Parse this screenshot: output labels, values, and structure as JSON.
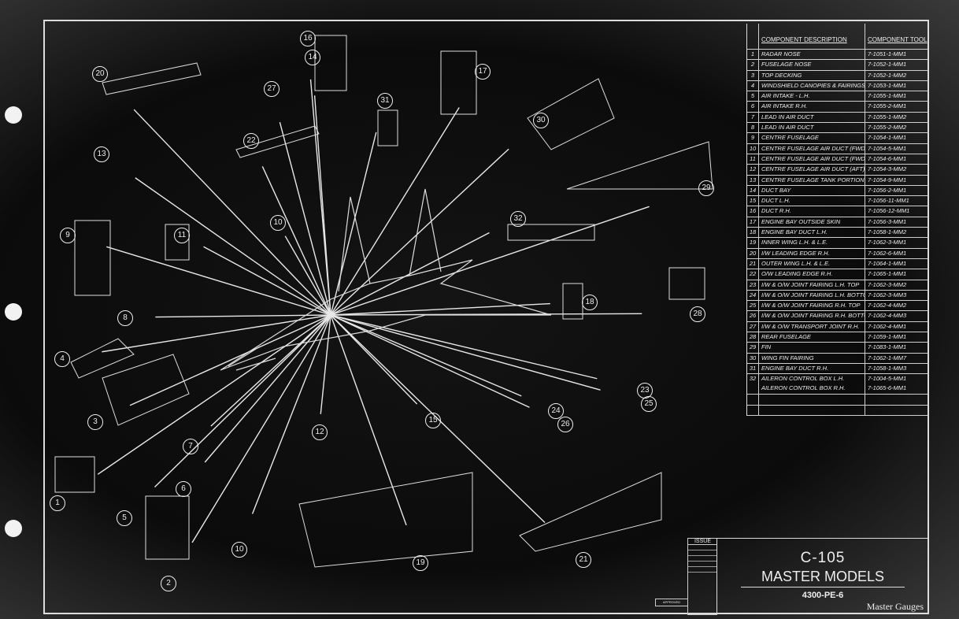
{
  "table": {
    "header_description": "Component Description",
    "header_tool": "Component Tool",
    "rows": [
      {
        "n": "1",
        "desc": "Radar Nose",
        "tool": "7-1051-1-MM1"
      },
      {
        "n": "2",
        "desc": "Fuselage Nose",
        "tool": "7-1052-1-MM1"
      },
      {
        "n": "3",
        "desc": "Top Decking",
        "tool": "7-1052-1-MM2"
      },
      {
        "n": "4",
        "desc": "Windshield Canopies & Fairings",
        "tool": "7-1053-1-MM1"
      },
      {
        "n": "5",
        "desc": "Air Intake - L.H.",
        "tool": "7-1055-1-MM1"
      },
      {
        "n": "6",
        "desc": "Air Intake R.H.",
        "tool": "7-1055-2-MM1"
      },
      {
        "n": "7",
        "desc": "Lead In Air Duct",
        "tool": "7-1055-1-MM2"
      },
      {
        "n": "8",
        "desc": "Lead In Air Duct",
        "tool": "7-1055-2-MM2"
      },
      {
        "n": "9",
        "desc": "Centre Fuselage",
        "tool": "7-1054-1-MM1"
      },
      {
        "n": "10",
        "desc": "Centre Fuselage Air Duct (Fwd) L.H.",
        "tool": "7-1054-5-MM1"
      },
      {
        "n": "11",
        "desc": "Centre Fuselage Air Duct (Fwd) R.H.",
        "tool": "7-1054-6-MM1"
      },
      {
        "n": "12",
        "desc": "Centre Fuselage Air Duct (Aft) L.H./R.H.",
        "tool": "7-1054-3-MM2"
      },
      {
        "n": "13",
        "desc": "Centre Fuselage Tank Portion",
        "tool": "7-1054-9-MM1"
      },
      {
        "n": "14",
        "desc": "Duct Bay",
        "tool": "7-1056-2-MM1"
      },
      {
        "n": "15",
        "desc": "Duct L.H.",
        "tool": "7-1056-11-MM1"
      },
      {
        "n": "16",
        "desc": "Duct R.H.",
        "tool": "7-1056-12-MM1"
      },
      {
        "n": "17",
        "desc": "Engine Bay Outside Skin",
        "tool": "7-1056-3-MM1"
      },
      {
        "n": "18",
        "desc": "Engine Bay Duct L.H.",
        "tool": "7-1058-1-MM2"
      },
      {
        "n": "19",
        "desc": "Inner Wing L.H. & L.E.",
        "tool": "7-1062-3-MM1"
      },
      {
        "n": "20",
        "desc": "I/W Leading Edge R.H.",
        "tool": "7-1062-6-MM1"
      },
      {
        "n": "21",
        "desc": "Outer Wing L.H. & L.E.",
        "tool": "7-1064-1-MM1"
      },
      {
        "n": "22",
        "desc": "O/W Leading Edge R.H.",
        "tool": "7-1065-1-MM1"
      },
      {
        "n": "23",
        "desc": "I/W & O/W Joint Fairing L.H. Top",
        "tool": "7-1062-3-MM2"
      },
      {
        "n": "24",
        "desc": "I/W & O/W Joint Fairing L.H. Bottom",
        "tool": "7-1062-3-MM3"
      },
      {
        "n": "25",
        "desc": "I/W & O/W Joint Fairing R.H. Top",
        "tool": "7-1062-4-MM2"
      },
      {
        "n": "26",
        "desc": "I/W & O/W Joint Fairing R.H. Bottom",
        "tool": "7-1062-4-MM3"
      },
      {
        "n": "27",
        "desc": "I/W & O/W Transport Joint R.H.",
        "tool": "7-1062-4-MM1"
      },
      {
        "n": "28",
        "desc": "Rear Fuselage",
        "tool": "7-1059-1-MM1"
      },
      {
        "n": "29",
        "desc": "Fin",
        "tool": "7-1083-1-MM1"
      },
      {
        "n": "30",
        "desc": "Wing Fin Fairing",
        "tool": "7-1062-1-MM7"
      },
      {
        "n": "31",
        "desc": "Engine Bay Duct R.H.",
        "tool": "7-1058-1-MM3"
      }
    ],
    "row32": {
      "n": "32",
      "desc_a": "Aileron Control Box L.H.",
      "tool_a": "7-1004-5-MM1",
      "desc_b": "Aileron Control Box R.H.",
      "tool_b": "7-1065-6-MM1"
    }
  },
  "title_block": {
    "project": "C-105",
    "title": "MASTER MODELS",
    "drawing_no": "4300-PE-6",
    "footer": "Master Gauges",
    "issue_label": "ISSUE",
    "approved_label": "APPROVED"
  },
  "callouts": [
    "20",
    "27",
    "14",
    "16",
    "17",
    "31",
    "30",
    "13",
    "22",
    "29",
    "10",
    "32",
    "9",
    "11",
    "8",
    "18",
    "28",
    "4",
    "3",
    "23",
    "25",
    "24",
    "26",
    "15",
    "7",
    "12",
    "1",
    "5",
    "6",
    "10",
    "19",
    "21",
    "2"
  ],
  "colors": {
    "background": "#0b0b0b",
    "lines": "#eeeeee"
  }
}
